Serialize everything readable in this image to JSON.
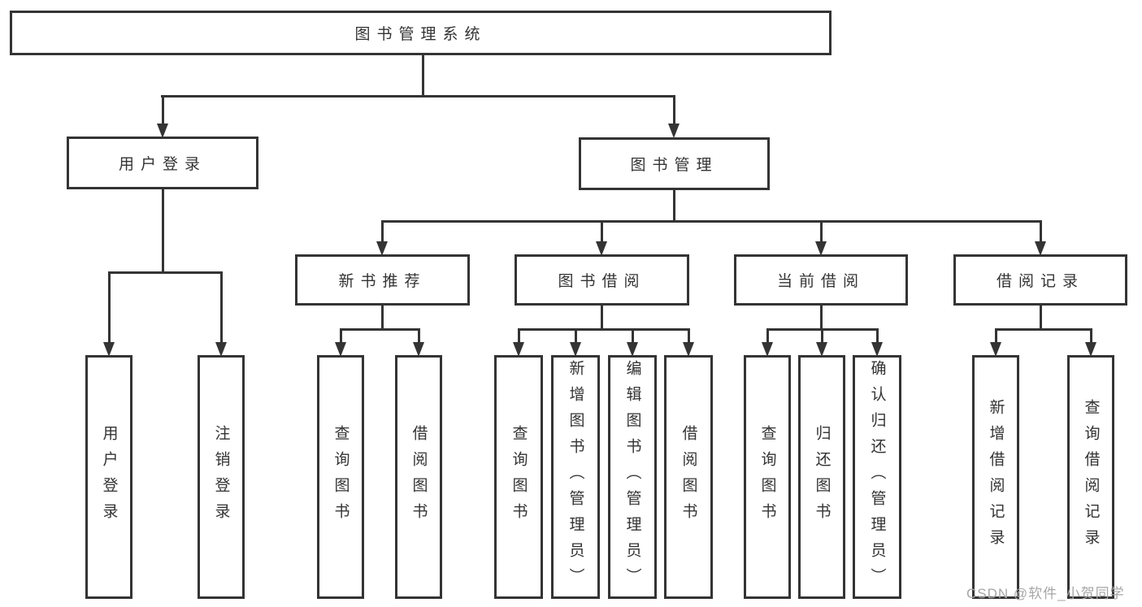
{
  "diagram": {
    "root": {
      "label": "图书管理系统"
    },
    "user": {
      "label": "用户登录",
      "children": [
        {
          "label": "用户登录"
        },
        {
          "label": "注销登录"
        }
      ]
    },
    "management": {
      "label": "图书管理",
      "children": [
        {
          "label": "新书推荐",
          "children": [
            {
              "label": "查询图书"
            },
            {
              "label": "借阅图书"
            }
          ]
        },
        {
          "label": "图书借阅",
          "children": [
            {
              "label": "查询图书"
            },
            {
              "label": "新增图书（管理员）"
            },
            {
              "label": "编辑图书（管理员）"
            },
            {
              "label": "借阅图书"
            }
          ]
        },
        {
          "label": "当前借阅",
          "children": [
            {
              "label": "查询图书"
            },
            {
              "label": "归还图书"
            },
            {
              "label": "确认归还（管理员）"
            }
          ]
        },
        {
          "label": "借阅记录",
          "children": [
            {
              "label": "新增借阅记录"
            },
            {
              "label": "查询借阅记录"
            }
          ]
        }
      ]
    }
  },
  "watermark": {
    "text": "CSDN @软件_小贺同学",
    "color": "#a6a6a6"
  },
  "colors": {
    "line": "#343434",
    "border": "#343434",
    "text": "#333333",
    "background": "#ffffff"
  }
}
